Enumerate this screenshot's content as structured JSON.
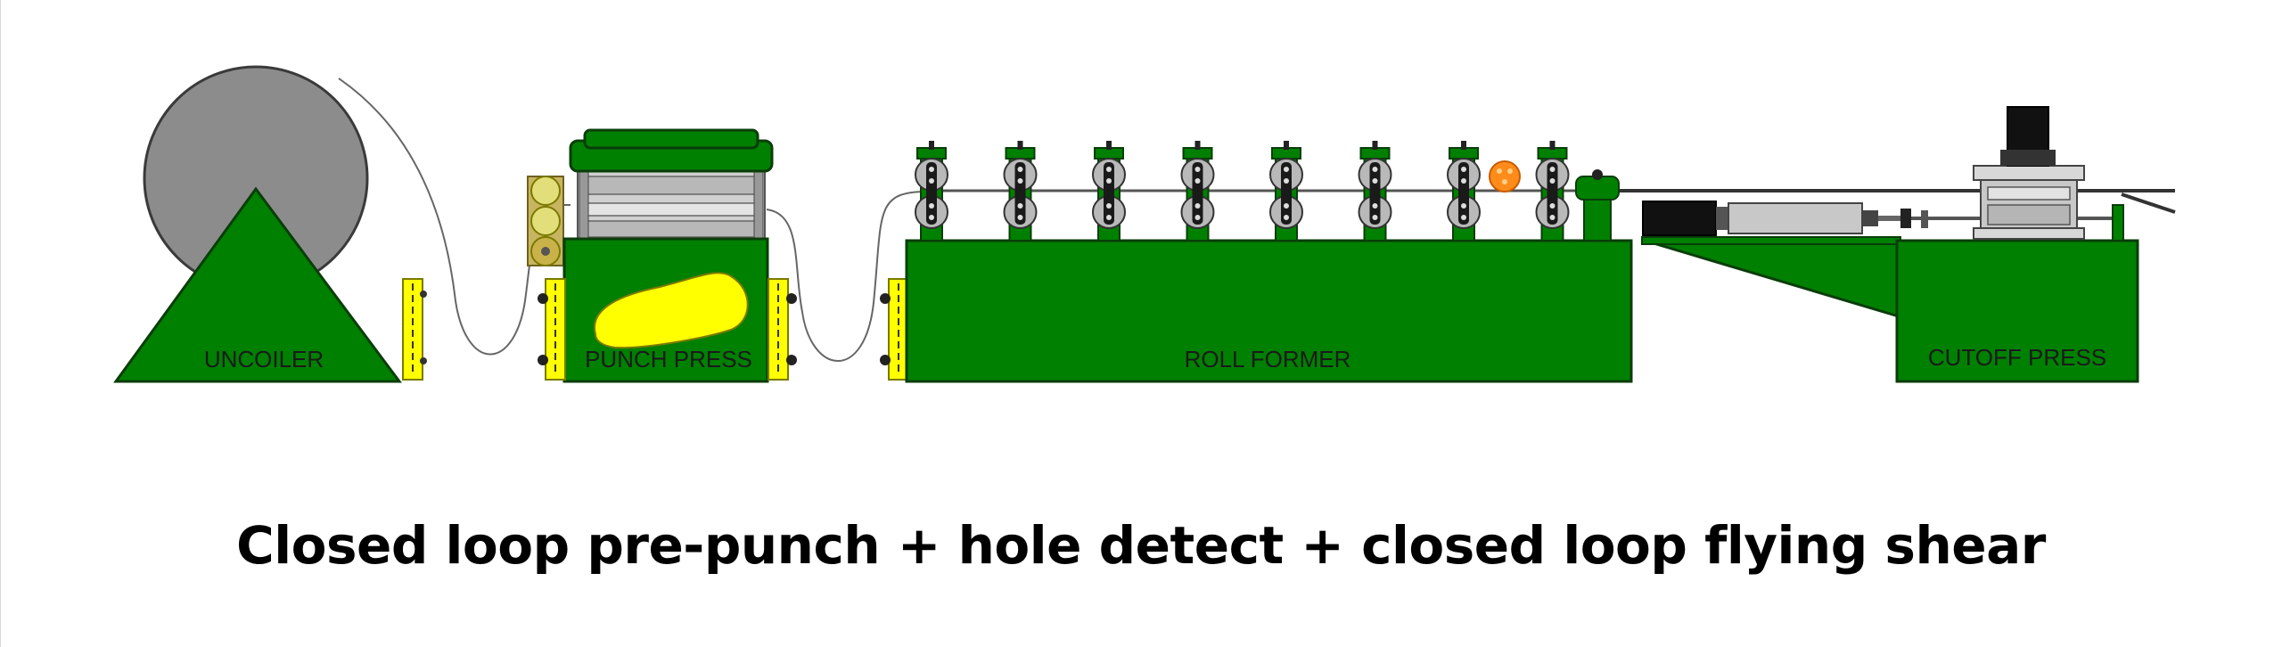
{
  "diagram": {
    "labels": {
      "uncoiler": "UNCOILER",
      "punch_press": "PUNCH PRESS",
      "roll_former": "ROLL FORMER",
      "cutoff_press": "CUTOFF PRESS"
    },
    "caption": "Closed loop pre-punch + hole detect + closed loop flying shear",
    "colors": {
      "machine_green": "#008000",
      "machine_outline": "#0a3d0a",
      "coil_gray": "#8c8c8c",
      "guard_yellow": "#ffff00",
      "sensor_orange": "#ff8c1a",
      "frame_gray": "#c8c8c8",
      "motor_black": "#111111"
    },
    "roll_stand_count": 8
  }
}
